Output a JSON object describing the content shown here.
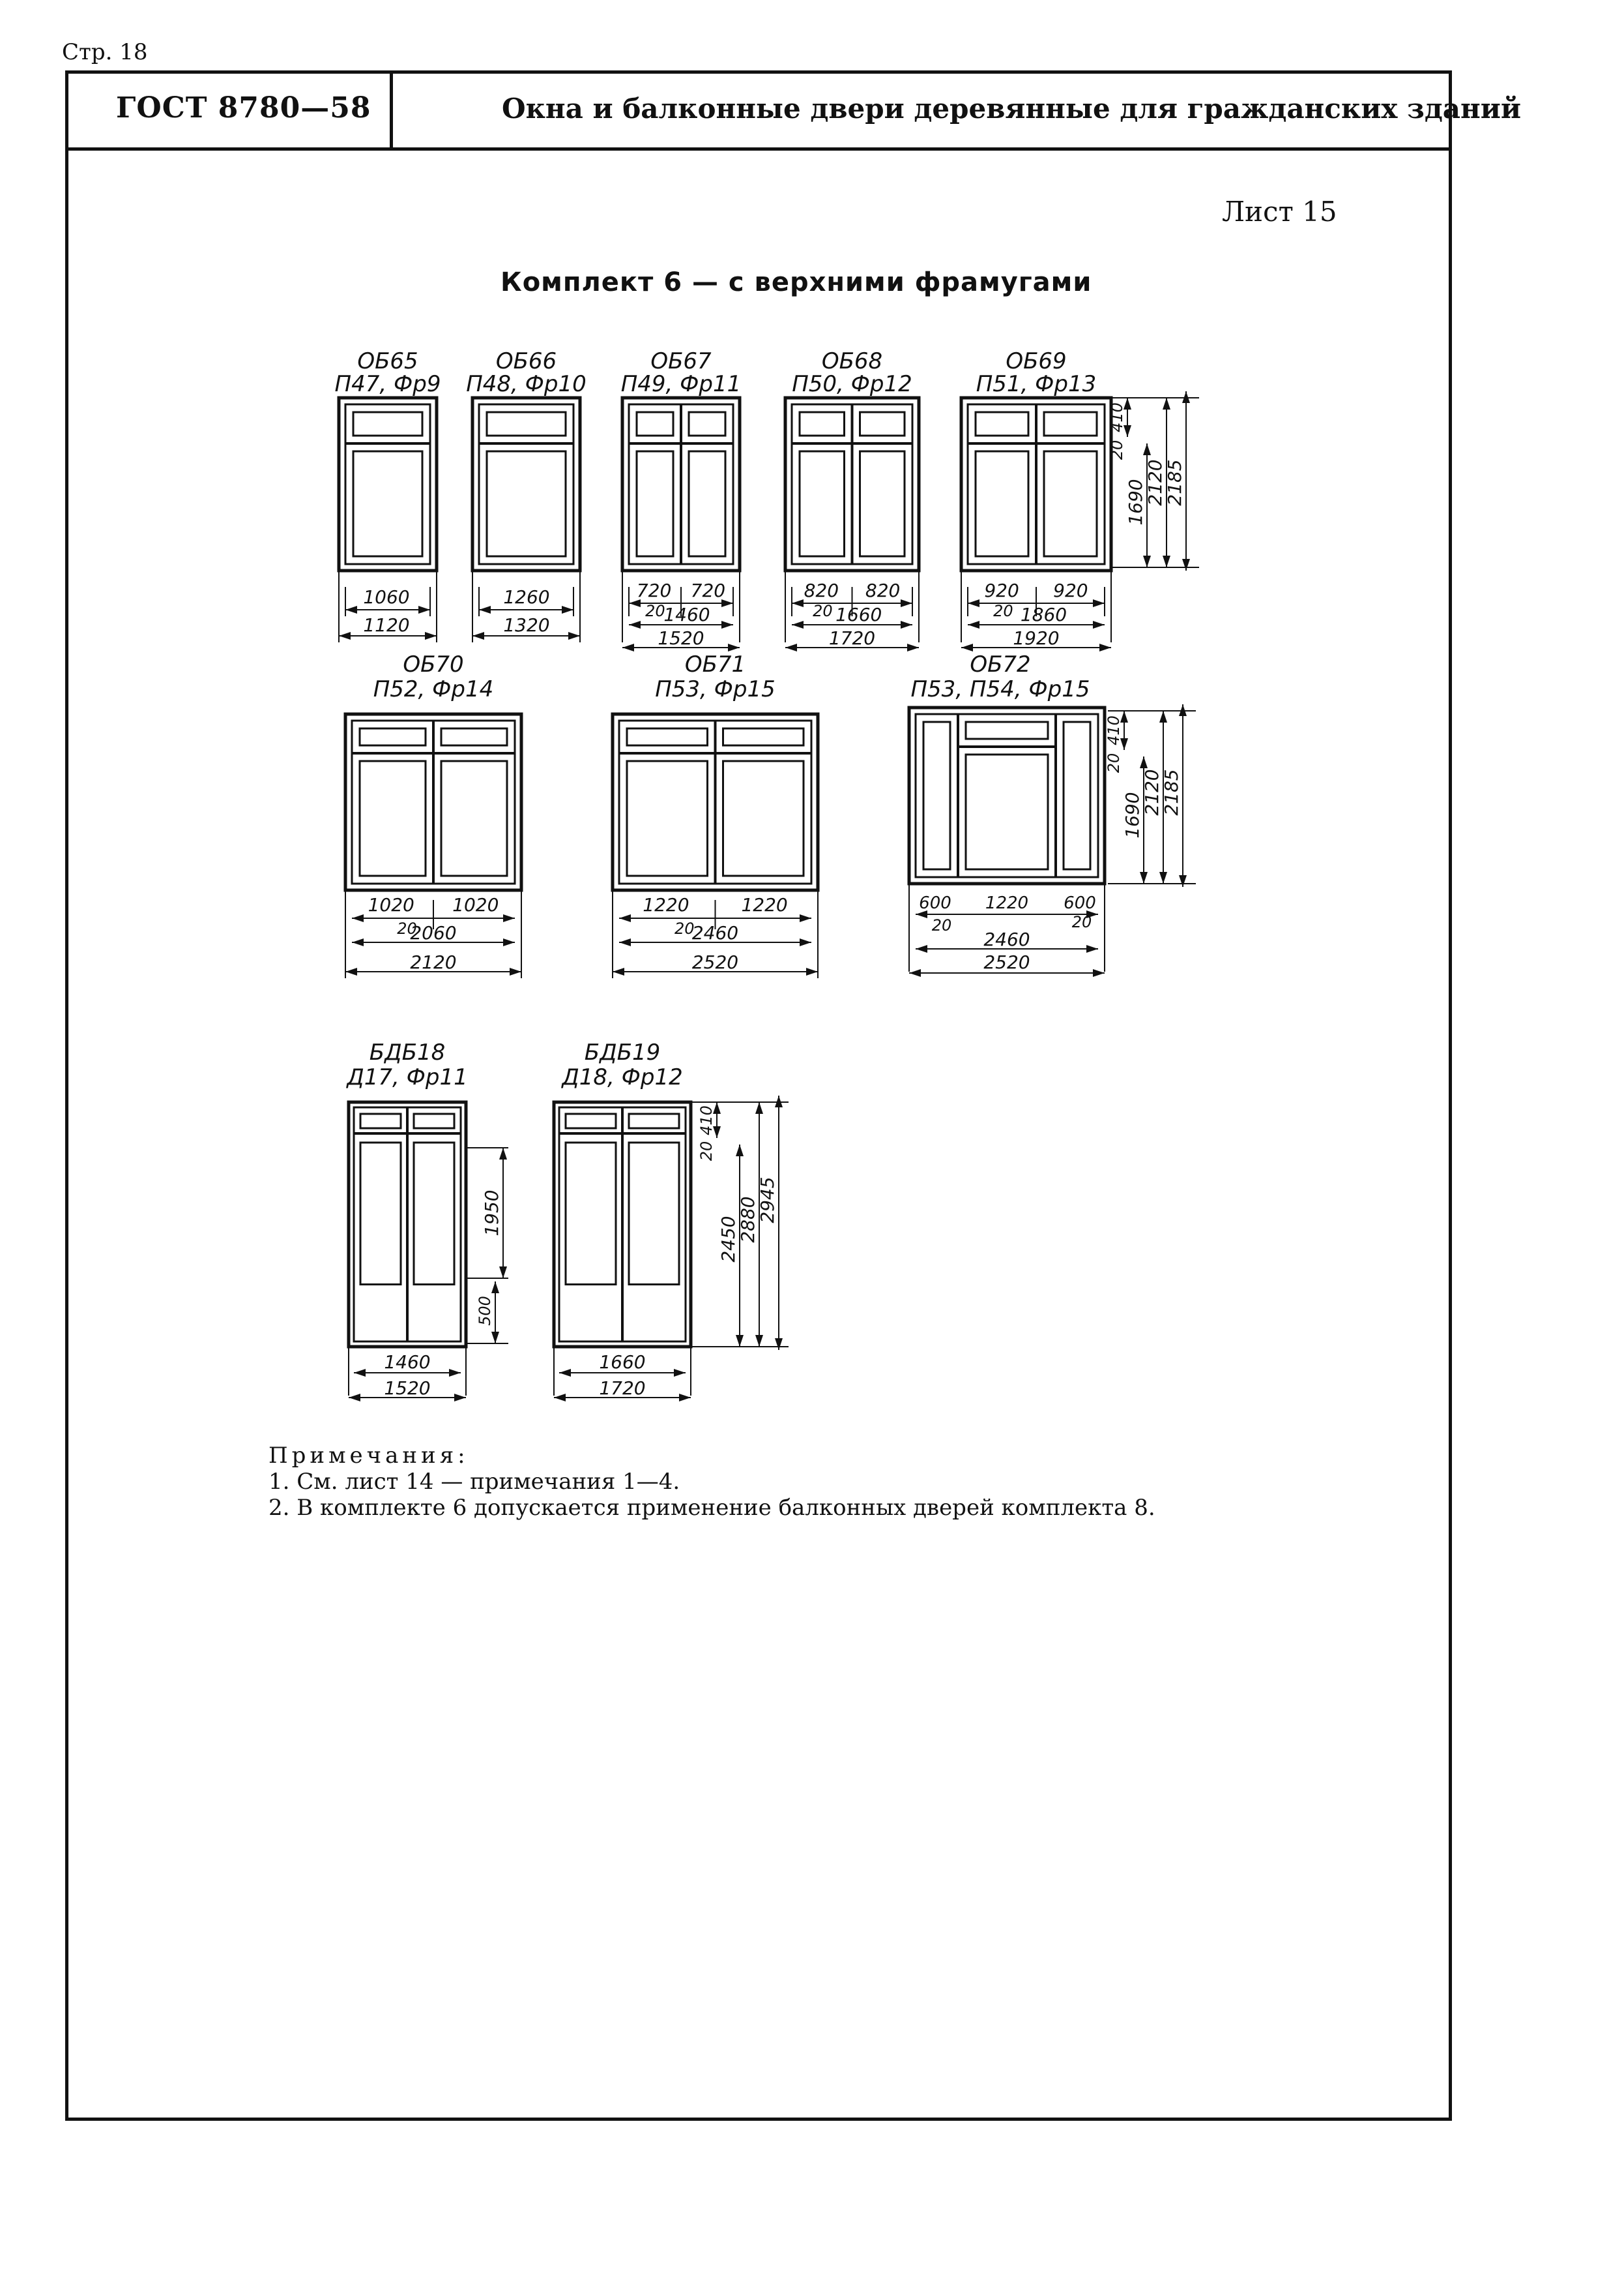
{
  "header": {
    "page": "Стр. 18",
    "standard": "ГОСТ 8780—58",
    "title": "Окна и балконные двери деревянные для гражданских зданий"
  },
  "sheet_label": "Лист 15",
  "set_title": "Комплект 6 — с верхними фрамугами",
  "windows": [
    {
      "code": "ОБ65",
      "parts": "П47, Фр9",
      "dims": [
        "1060",
        "1120"
      ]
    },
    {
      "code": "ОБ66",
      "parts": "П48, Фр10",
      "dims": [
        "1260",
        "1320"
      ]
    },
    {
      "code": "ОБ67",
      "parts": "П49, Фр11",
      "dims": [
        "720",
        "720",
        "20",
        "1460",
        "1520"
      ]
    },
    {
      "code": "ОБ68",
      "parts": "П50, Фр12",
      "dims": [
        "820",
        "820",
        "20",
        "1660",
        "1720"
      ]
    },
    {
      "code": "ОБ69",
      "parts": "П51, Фр13",
      "dims": [
        "920",
        "920",
        "20",
        "1860",
        "1920"
      ],
      "heights": [
        "410",
        "20",
        "1690",
        "2120",
        "2185"
      ]
    },
    {
      "code": "ОБ70",
      "parts": "П52, Фр14",
      "dims": [
        "1020",
        "1020",
        "20",
        "2060",
        "2120"
      ]
    },
    {
      "code": "ОБ71",
      "parts": "П53, Фр15",
      "dims": [
        "1220",
        "1220",
        "20",
        "2460",
        "2520"
      ]
    },
    {
      "code": "ОБ72",
      "parts": "П53, П54, Фр15",
      "dims": [
        "600",
        "1220",
        "600",
        "20",
        "20",
        "2460",
        "2520"
      ],
      "heights": [
        "410",
        "20",
        "1690",
        "2120",
        "2185"
      ]
    }
  ],
  "doors": [
    {
      "code": "БДБ18",
      "parts": "Д17, Фр11",
      "dims": [
        "1460",
        "1520"
      ],
      "heights": [
        "1950",
        "500"
      ]
    },
    {
      "code": "БДБ19",
      "parts": "Д18, Фр12",
      "dims": [
        "1660",
        "1720"
      ],
      "heights": [
        "410",
        "20",
        "2450",
        "2880",
        "2945"
      ]
    }
  ],
  "notes": {
    "heading": "Примечания:",
    "items": [
      "1. См. лист 14 — примечания 1—4.",
      "2. В комплекте 6 допускается применение балконных дверей комплекта 8."
    ]
  }
}
